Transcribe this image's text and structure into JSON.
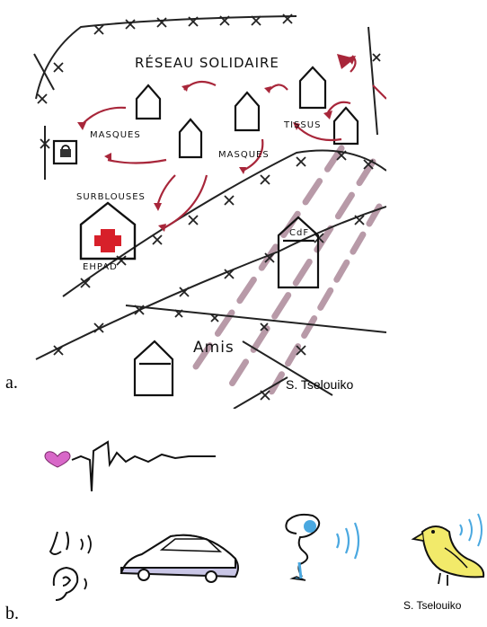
{
  "panel_a": {
    "label": "a.",
    "network_title": "RÉSEAU SOLIDAIRE",
    "labels": {
      "masques_left": "MASQUES",
      "masques_mid": "MASQUES",
      "tissus": "TISSUS",
      "surblouses": "SURBLOUSES",
      "ehpad": "EHPAD",
      "cdf": "CdF",
      "amis": "Amis"
    },
    "credit": "S. Tselouiko",
    "colors": {
      "arrow": "#a8263a",
      "wire": "#222222",
      "dashes": "#b89aa8",
      "cross": "#d7202a"
    }
  },
  "panel_b": {
    "label": "b.",
    "credit": "S. Tselouiko",
    "icons": [
      "heart-icon",
      "nose-icon",
      "ear-icon",
      "car-icon",
      "person-icon",
      "bird-icon"
    ],
    "colors": {
      "heart": "#d868c8",
      "car": "#c9c6e6",
      "person": "#4aa8e0",
      "bird": "#f2ea6a",
      "waves": "#4aa8e0"
    }
  }
}
